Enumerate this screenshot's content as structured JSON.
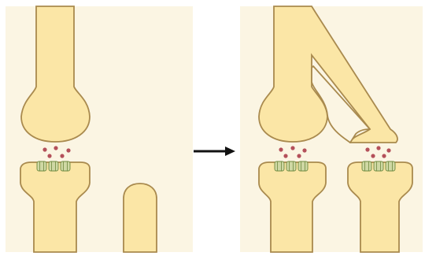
{
  "figure": {
    "panels": [
      "before",
      "after"
    ],
    "arrow": "right-arrow",
    "colors": {
      "background": "#fbf5e3",
      "cytoplasm": "#fbe6a6",
      "membrane": "#a98a4e",
      "neurotransmitter": "#b4505a",
      "receptor": "#cfd8a4",
      "arrow": "#111111"
    },
    "before": {
      "synapses": 1,
      "growing_process": 1
    },
    "after": {
      "synapses": 2
    }
  }
}
